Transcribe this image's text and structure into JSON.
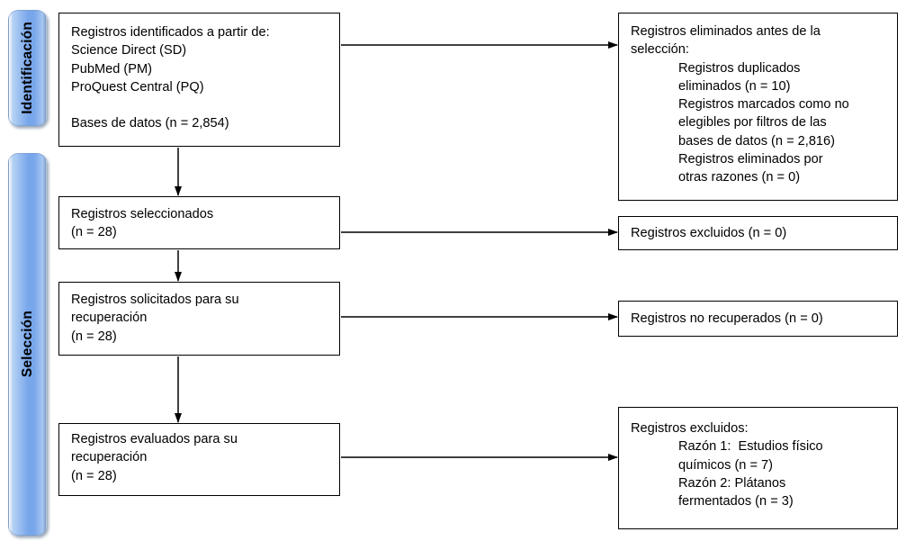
{
  "diagram_title": "PRISMA flow diagram (Spanish)",
  "colors": {
    "stage_blue": "#78a6ea",
    "stage_blue_light": "#b5d2f4",
    "stage_blue_edge": "#a6c7f1",
    "stage_shadow": "#9aa7b8",
    "box_border": "#000000",
    "arrow_color": "#000000",
    "text_color": "#000000"
  },
  "stages": [
    {
      "label": "Identificación"
    },
    {
      "label": "Selección"
    }
  ],
  "boxes": {
    "identified": {
      "lines": [
        {
          "text": "Registros identificados a partir de:",
          "indent": false
        },
        {
          "text": "Science Direct (SD)",
          "indent": false
        },
        {
          "text": "PubMed (PM)",
          "indent": false
        },
        {
          "text": "ProQuest Central (PQ)",
          "indent": false
        },
        {
          "text": "",
          "indent": false
        },
        {
          "text": "Bases de datos (n = 2,854)",
          "indent": false
        }
      ]
    },
    "removed_before_screening": {
      "lines": [
        {
          "text": "Registros eliminados antes de la",
          "indent": false
        },
        {
          "text": "selección:",
          "indent": false
        },
        {
          "text": "Registros duplicados",
          "indent": true
        },
        {
          "text": "eliminados (n = 10)",
          "indent": true
        },
        {
          "text": "Registros marcados como no",
          "indent": true
        },
        {
          "text": "elegibles por filtros de las",
          "indent": true
        },
        {
          "text": "bases de datos (n = 2,816)",
          "indent": true
        },
        {
          "text": "Registros eliminados por",
          "indent": true
        },
        {
          "text": "otras razones (n = 0)",
          "indent": true
        }
      ]
    },
    "screened": {
      "lines": [
        {
          "text": "Registros seleccionados",
          "indent": false
        },
        {
          "text": "(n = 28)",
          "indent": false
        }
      ]
    },
    "excluded": {
      "lines": [
        {
          "text": "Registros excluidos (n = 0)",
          "indent": false
        }
      ]
    },
    "sought": {
      "lines": [
        {
          "text": "Registros solicitados para su",
          "indent": false
        },
        {
          "text": "recuperación",
          "indent": false
        },
        {
          "text": "(n = 28)",
          "indent": false
        }
      ]
    },
    "not_retrieved": {
      "lines": [
        {
          "text": "Registros no recuperados (n = 0)",
          "indent": false
        }
      ]
    },
    "assessed": {
      "lines": [
        {
          "text": "Registros evaluados para su",
          "indent": false
        },
        {
          "text": "recuperación",
          "indent": false
        },
        {
          "text": "(n = 28)",
          "indent": false
        }
      ]
    },
    "excluded_reasons": {
      "lines": [
        {
          "text": "Registros excluidos:",
          "indent": false
        },
        {
          "text": "Razón 1:  Estudios físico",
          "indent": true
        },
        {
          "text": "químicos (n = 7)",
          "indent": true
        },
        {
          "text": "Razón 2: Plátanos",
          "indent": true
        },
        {
          "text": "fermentados (n = 3)",
          "indent": true
        }
      ]
    }
  }
}
